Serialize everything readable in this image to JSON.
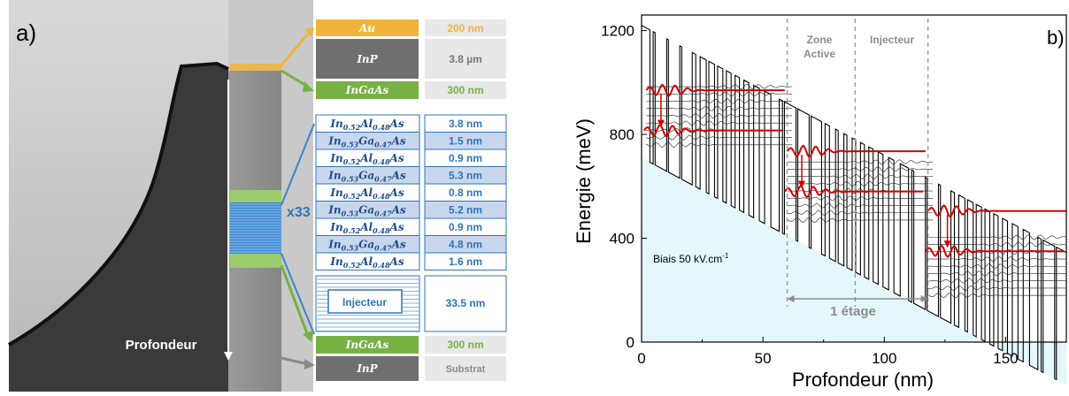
{
  "panel_a": {
    "label": "a)",
    "depth_label": "Profondeur",
    "repeat_label": "x33",
    "top_layers": [
      {
        "material": "Au",
        "thickness": "200 nm"
      },
      {
        "material": "InP",
        "thickness": "3.8 µm"
      },
      {
        "material": "InGaAs",
        "thickness": "300 nm"
      }
    ],
    "period_layers": [
      {
        "a": "In",
        "x": "0.52",
        "b": "Al",
        "y": "0.48",
        "c": "As",
        "thickness": "3.8 nm",
        "type": "barrier"
      },
      {
        "a": "In",
        "x": "0.53",
        "b": "Ga",
        "y": "0.47",
        "c": "As",
        "thickness": "1.5 nm",
        "type": "well"
      },
      {
        "a": "In",
        "x": "0.52",
        "b": "Al",
        "y": "0.48",
        "c": "As",
        "thickness": "0.9 nm",
        "type": "barrier"
      },
      {
        "a": "In",
        "x": "0.53",
        "b": "Ga",
        "y": "0.47",
        "c": "As",
        "thickness": "5.3 nm",
        "type": "well"
      },
      {
        "a": "In",
        "x": "0.52",
        "b": "Al",
        "y": "0.48",
        "c": "As",
        "thickness": "0.8 nm",
        "type": "barrier"
      },
      {
        "a": "In",
        "x": "0.53",
        "b": "Ga",
        "y": "0.47",
        "c": "As",
        "thickness": "5.2 nm",
        "type": "well"
      },
      {
        "a": "In",
        "x": "0.52",
        "b": "Al",
        "y": "0.48",
        "c": "As",
        "thickness": "0.9 nm",
        "type": "barrier"
      },
      {
        "a": "In",
        "x": "0.53",
        "b": "Ga",
        "y": "0.47",
        "c": "As",
        "thickness": "4.8 nm",
        "type": "well"
      },
      {
        "a": "In",
        "x": "0.52",
        "b": "Al",
        "y": "0.48",
        "c": "As",
        "thickness": "1.6 nm",
        "type": "barrier"
      }
    ],
    "injector": {
      "label": "Injecteur",
      "thickness": "33.5 nm"
    },
    "bottom_layers": [
      {
        "material": "InGaAs",
        "thickness": "300 nm"
      },
      {
        "material": "InP",
        "thickness": "Substrat"
      }
    ],
    "colors": {
      "au": "#f0b43a",
      "inp": "#6f6f6f",
      "ingaas": "#77b043",
      "blue": "#2e75b6",
      "well_fill": "#c9d7ee"
    }
  },
  "panel_b": {
    "label": "b)",
    "annotations": {
      "zone_line1": "Zone",
      "zone_line2": "Active",
      "injector": "Injecteur",
      "bias": "Biais 50 kV.cm",
      "bias_sup": "-1",
      "stage": "1 étage"
    },
    "chart_data": {
      "type": "line",
      "xlabel": "Profondeur (nm)",
      "ylabel": "Energie (meV)",
      "xlim": [
        0,
        175
      ],
      "ylim": [
        0,
        1260
      ],
      "xticks": [
        0,
        50,
        100,
        150
      ],
      "yticks": [
        0,
        400,
        800,
        1200
      ],
      "bias_kV_per_cm": 50,
      "barrier_height_meV": 510,
      "stage_length_nm": 58,
      "conduction_band_start_meV": 1220,
      "red_levels_meV": [
        970,
        815,
        735,
        580,
        505,
        350
      ],
      "colors": {
        "band": "#000000",
        "level": "#d40000",
        "fill": "#e4f7fb",
        "dashed": "#9a9a9a"
      }
    }
  }
}
